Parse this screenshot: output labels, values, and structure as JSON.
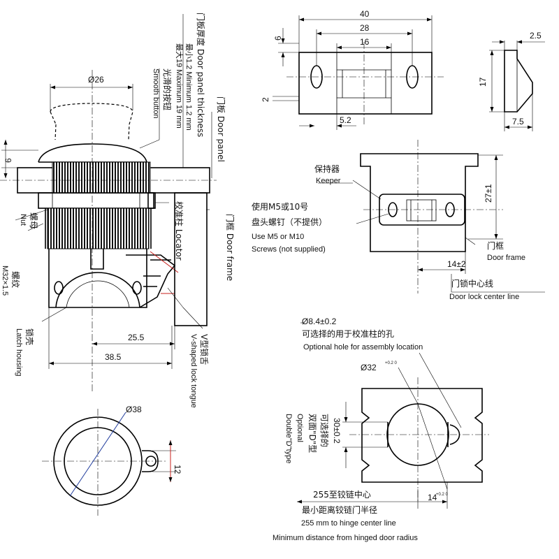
{
  "dims": {
    "d26": "Ø26",
    "d38": "Ø38",
    "d32": "Ø32",
    "d32_tol": "+0.2 0",
    "d84": "Ø8.4±0.2",
    "k40": "40",
    "k28": "28",
    "k16": "16",
    "k6a": "6",
    "k2": "2",
    "k52": "5.2",
    "k17": "17",
    "k25": "2.5",
    "k75": "7.5",
    "k6b": "6",
    "k255": "25.5",
    "k385": "38.5",
    "k12": "12",
    "k27": "27±1",
    "k14a": "14±2",
    "k30": "30±0.2",
    "k14b": "14",
    "k14b_tol": "+0.2 0",
    "m32": "M32×1.5"
  },
  "labels": {
    "panel_thickness_cn": "门板厚度",
    "panel_thickness_en": "Door panel thickness",
    "min_cn": "最小1.2 Minimum 1.2 mm",
    "max_cn": "最大19 Maximum 19 mm",
    "button_cn": "光滑的按钮",
    "button_en": "Smooth button",
    "door_panel_cn": "门板",
    "door_panel_en": "Door panel",
    "locator_cn": "校准柱",
    "locator_en": "Locator",
    "door_frame_cn": "门框",
    "door_frame_en": "Door frame",
    "nut_cn": "螺母",
    "nut_en": "Nut",
    "thread_cn": "螺纹",
    "latch_cn": "锁壳",
    "latch_en": "Latch housing",
    "tongue_cn": "V型锁舌",
    "tongue_en": "V-shaped lock tongue",
    "keeper_cn": "保持器",
    "keeper_en": "Keeper",
    "screw_cn1": "使用M5或10号",
    "screw_cn2": "盘头螺钉（不提供）",
    "screw_en1": "Use M5 or M10",
    "screw_en2": "Screws (not supplied)",
    "frame_cn": "门框",
    "frame_en": "Door frame",
    "center_cn": "门锁中心线",
    "center_en": "Door lock center line",
    "opt_hole_cn": "可选择的用于校准柱的孔",
    "opt_hole_en": "Optional hole for assembly location",
    "opt_d_cn": "可选择的",
    "opt_d_cn2": "双面\"D\"型",
    "opt_d_en": "Optional",
    "opt_d_en2": "Double\"D\"type",
    "hinge_cn1": "255至铰链中心",
    "hinge_cn2": "最小距离铰链门半径",
    "hinge_en1": "255 mm to hinge center line",
    "hinge_en2": "Minimum distance from hinged door radius"
  }
}
